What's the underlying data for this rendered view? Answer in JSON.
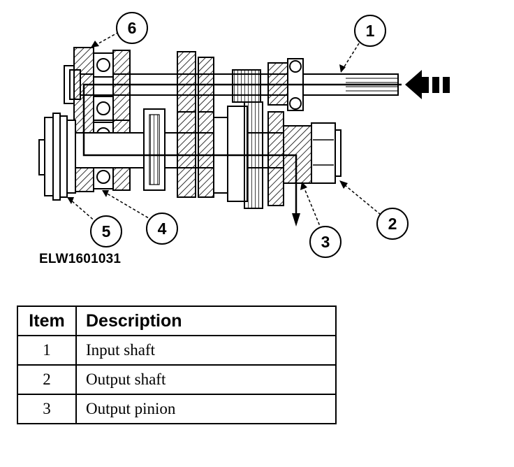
{
  "figure_code": "ELW1601031",
  "callouts": [
    {
      "id": "1"
    },
    {
      "id": "2"
    },
    {
      "id": "3"
    },
    {
      "id": "4"
    },
    {
      "id": "5"
    },
    {
      "id": "6"
    }
  ],
  "table": {
    "headers": {
      "item": "Item",
      "description": "Description"
    },
    "rows": [
      {
        "item": "1",
        "description": "Input shaft"
      },
      {
        "item": "2",
        "description": "Output shaft"
      },
      {
        "item": "3",
        "description": "Output pinion"
      }
    ]
  },
  "icons": {
    "arrow": "triple-bar-arrow-icon"
  }
}
